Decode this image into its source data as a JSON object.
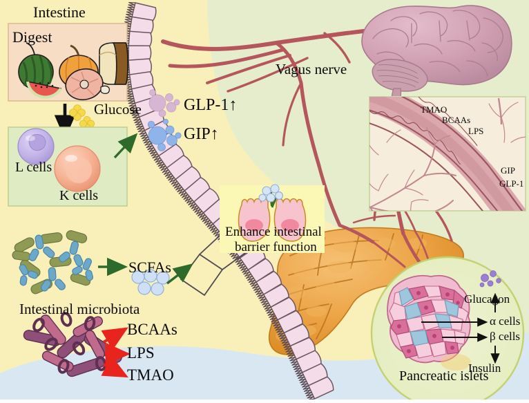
{
  "figure": {
    "type": "biomedical-pathway-diagram",
    "subject": "Gut-brain-pancreas axis: incretin and microbiota metabolite signalling"
  },
  "palette": {
    "bg_lumen_yellow": "#f9efb9",
    "bg_serosa_green": "#e6edcd",
    "bg_bottom_blue": "#d8e7f2",
    "digest_box_fill": "#f7ddc3",
    "digest_box_stroke": "#d9b68e",
    "cells_box_fill": "#dfebc3",
    "cells_box_stroke": "#b9cc8c",
    "barrier_box_fill": "#fbf7b4",
    "inset_box_fill": "#f6eddc",
    "inset_box_stroke": "#cdd8a8",
    "islet_circle_fill": "#e8efc4",
    "islet_circle_stroke": "#c3d26f",
    "epithelium_fill": "#f4dde8",
    "epithelium_stroke": "#6b5560",
    "vessel_red": "#b5555c",
    "vessel_red_light": "#d69aa0",
    "pancreas_orange": "#e8982f",
    "pancreas_orange_light": "#f2b45c",
    "brain_pink": "#d4a3b4",
    "arrow_green": "#2d6b2a",
    "arrow_red": "#e8241c",
    "arrow_black": "#111111",
    "glp1_mauve": "#d7b6d4",
    "gip_blue": "#8fb4ea",
    "scfa_blue": "#cfdff5",
    "glucose_yellow": "#f5d84e",
    "lcell_purple": "#c3b4e8",
    "kcell_peach": "#f6b193",
    "bacteria_green": "#8f9b55",
    "bacteria_blue": "#6ba8c9",
    "bacteria_purple": "#8e4f78",
    "bacteria_magenta": "#c06a8c",
    "alpha_cell_pink": "#d96f9b",
    "beta_cell_blue": "#9ec6dd",
    "islet_cell_pink": "#f0bdd0",
    "glucagon_purple": "#9b7fd4"
  },
  "labels": {
    "intestine": "Intestine",
    "digest": "Digest",
    "glucose": "Glucose",
    "l_cells": "L cells",
    "k_cells": "K cells",
    "glp1": "GLP-1↑",
    "gip": "GIP↑",
    "vagus_nerve": "Vagus nerve",
    "scfas": "SCFAs",
    "enhance_barrier_line1": "Enhance intestinal",
    "enhance_barrier_line2": "barrier function",
    "intestinal_microbiota": "Intestinal microbiota",
    "bcaas": "BCAAs",
    "lps": "LPS",
    "tmao": "TMAO",
    "pancreatic_islets": "Pancreatic islets",
    "glucagon": "Glucagon",
    "alpha_cells": "α cells",
    "beta_cells": "β cells",
    "insulin": "Insulin"
  },
  "inset_vessel": {
    "name": "blood-vessel-inset",
    "luminal_metabolites": [
      "TMAO",
      "BCAAs",
      "LPS"
    ],
    "abluminal_hormones": [
      "GIP",
      "GLP-1"
    ]
  },
  "islet_panel": {
    "title": "Pancreatic islets",
    "secretions": [
      {
        "cell": "α cells",
        "product": "Glucagon",
        "direction": "up"
      },
      {
        "cell": "β cells",
        "product": "Insulin",
        "direction": "down"
      }
    ]
  },
  "food_items": [
    "watermelon",
    "pumpkin",
    "bread-loaf",
    "ham"
  ],
  "microbiota": {
    "beneficial": {
      "shapes": [
        "rod",
        "y-shape"
      ],
      "output": "SCFAs"
    },
    "harmful": {
      "shapes": [
        "rod",
        "loop"
      ],
      "outputs": [
        "BCAAs",
        "LPS",
        "TMAO"
      ]
    }
  },
  "incretins": [
    {
      "name": "GLP-1↑",
      "source": "L cells",
      "color": "#d7b6d4"
    },
    {
      "name": "GIP↑",
      "source": "K cells",
      "color": "#8fb4ea"
    }
  ]
}
